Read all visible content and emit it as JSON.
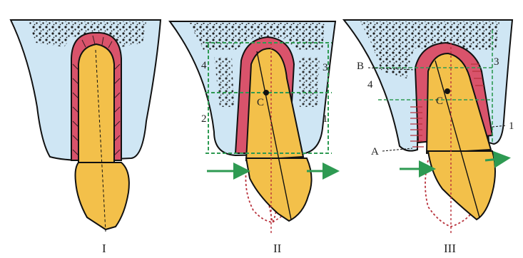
{
  "panels": [
    {
      "id": "panel-1",
      "numeral": "I"
    },
    {
      "id": "panel-2",
      "numeral": "II",
      "labels": {
        "c": "C",
        "n1": "1",
        "n2": "2",
        "n3": "3",
        "n4": "4"
      }
    },
    {
      "id": "panel-3",
      "numeral": "III",
      "labels": {
        "c": "C",
        "n1": "1",
        "n3": "3",
        "n4": "4",
        "a": "A",
        "b": "B"
      }
    }
  ],
  "colors": {
    "bone": "#cfe6f4",
    "bone_dots": "#1f1f1f",
    "root": "#f3c04a",
    "ligament": "#d9536b",
    "outline": "#111111",
    "axis_green": "#2e9a52",
    "dotted_red": "#b8323c"
  }
}
